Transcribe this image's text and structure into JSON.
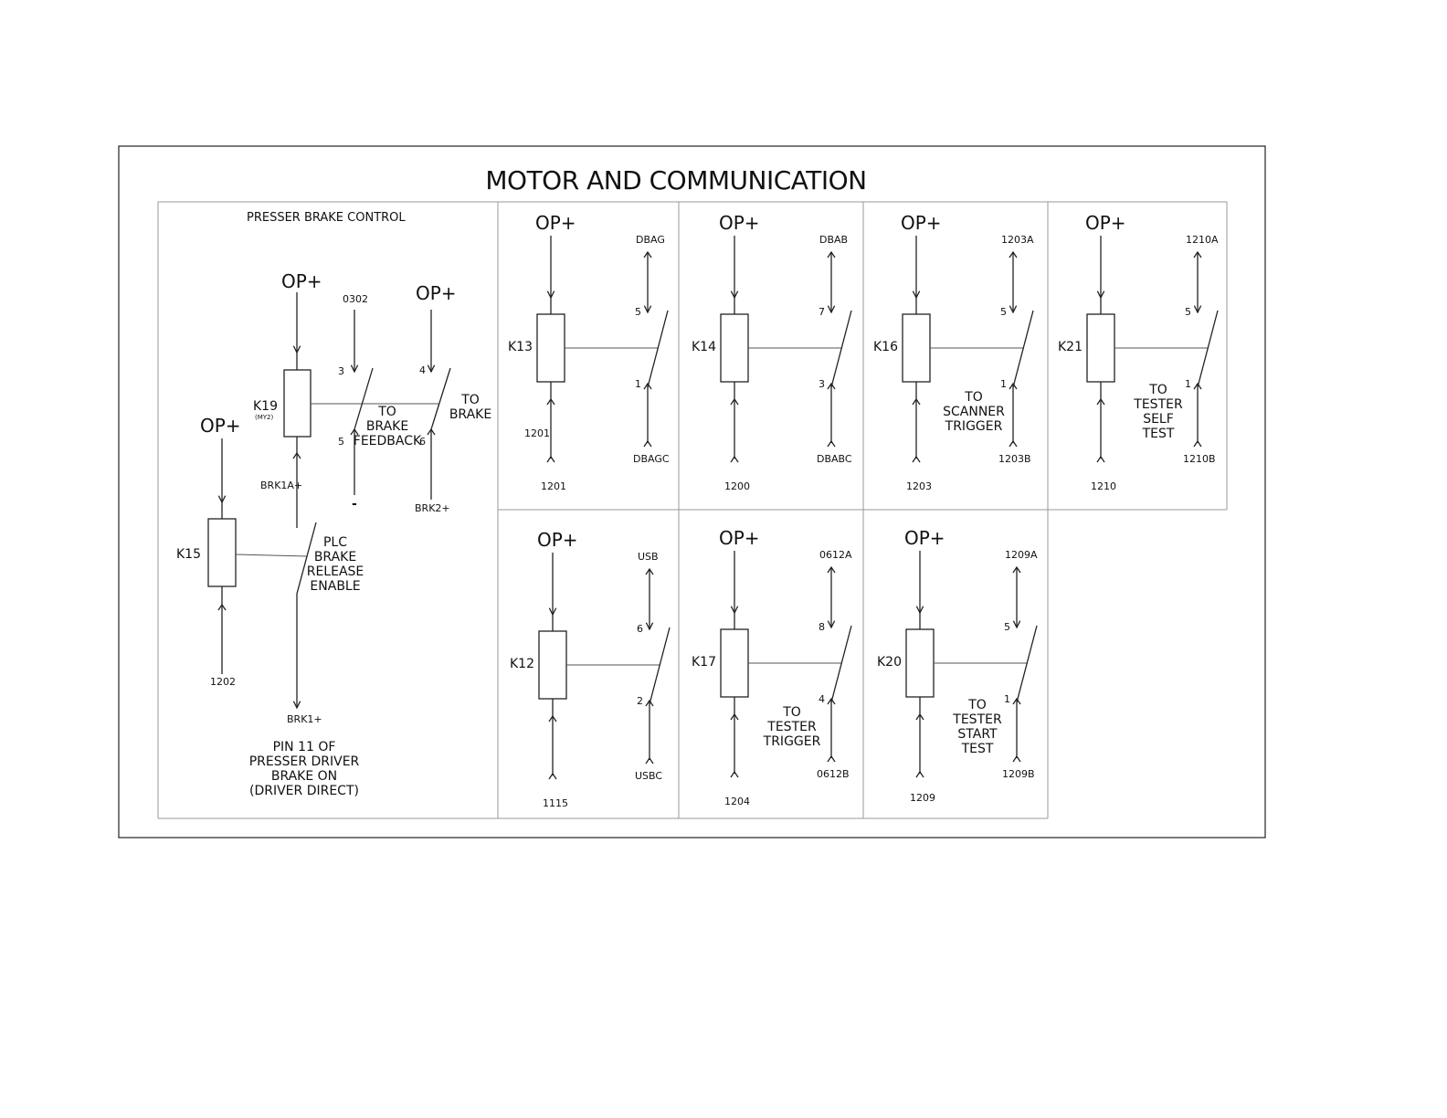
{
  "title": "MOTOR AND COMMUNICATION",
  "presser": {
    "heading": "PRESSER  BRAKE CONTROL",
    "k19": {
      "supply": "OP+",
      "name": "K19",
      "sub": "(MY2)",
      "bottom": "BRK1A+",
      "c1": {
        "top_wire": "0302",
        "top_pin": "3",
        "bottom_pin": "5",
        "bottom_wire": "-",
        "desc": [
          "TO",
          "BRAKE",
          "FEEDBACK"
        ]
      },
      "c2": {
        "supply": "OP+",
        "top_pin": "4",
        "bottom_pin": "6",
        "bottom_wire": "BRK2+",
        "desc": [
          "TO",
          "BRAKE"
        ]
      }
    },
    "k15": {
      "supply": "OP+",
      "name": "K15",
      "bottom": "1202",
      "desc": [
        "PLC",
        "BRAKE",
        "RELEASE",
        "ENABLE"
      ],
      "contact_bottom": "BRK1+"
    },
    "note": [
      "PIN 11 OF",
      "PRESSER DRIVER",
      "BRAKE ON",
      "(DRIVER DIRECT)"
    ]
  },
  "relays": [
    {
      "supply": "OP+",
      "name": "K13",
      "left_label": "1201",
      "bottom": "1201",
      "top_wire": "DBAG",
      "top_pin": "5",
      "bottom_pin": "1",
      "bottom_wire": "DBAGC",
      "desc": []
    },
    {
      "supply": "OP+",
      "name": "K14",
      "left_label": "",
      "bottom": "1200",
      "top_wire": "DBAB",
      "top_pin": "7",
      "bottom_pin": "3",
      "bottom_wire": "DBABC",
      "desc": []
    },
    {
      "supply": "OP+",
      "name": "K16",
      "left_label": "",
      "bottom": "1203",
      "top_wire": "1203A",
      "top_pin": "5",
      "bottom_pin": "1",
      "bottom_wire": "1203B",
      "desc": [
        "TO",
        "SCANNER",
        "TRIGGER"
      ]
    },
    {
      "supply": "OP+",
      "name": "K21",
      "left_label": "",
      "bottom": "1210",
      "top_wire": "1210A",
      "top_pin": "5",
      "bottom_pin": "1",
      "bottom_wire": "1210B",
      "desc": [
        "TO",
        "TESTER",
        "SELF",
        "TEST"
      ]
    },
    {
      "supply": "OP+",
      "name": "K12",
      "left_label": "",
      "bottom": "1115",
      "top_wire": "USB",
      "top_pin": "6",
      "bottom_pin": "2",
      "bottom_wire": "USBC",
      "desc": []
    },
    {
      "supply": "OP+",
      "name": "K17",
      "left_label": "",
      "bottom": "1204",
      "top_wire": "0612A",
      "top_pin": "8",
      "bottom_pin": "4",
      "bottom_wire": "0612B",
      "desc": [
        "TO",
        "TESTER",
        "TRIGGER"
      ]
    },
    {
      "supply": "OP+",
      "name": "K20",
      "left_label": "",
      "bottom": "1209",
      "top_wire": "1209A",
      "top_pin": "5",
      "bottom_pin": "1",
      "bottom_wire": "1209B",
      "desc": [
        "TO",
        "TESTER",
        "START",
        "TEST"
      ]
    }
  ]
}
